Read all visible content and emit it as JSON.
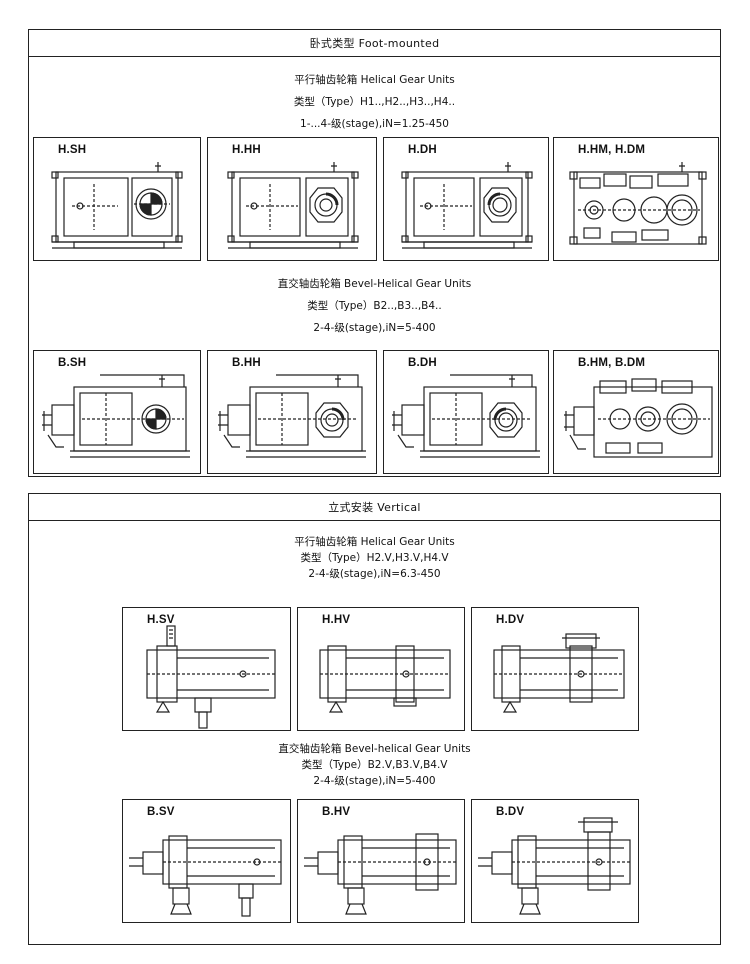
{
  "foot": {
    "header": "卧式类型   Foot-mounted",
    "helical": {
      "title": "平行轴齿轮箱   Helical Gear Units",
      "type": "类型（Type）H1..,H2..,H3..,H4..",
      "stage": "1-...4-级(stage),iN=1.25-450"
    },
    "bevel": {
      "title": "直交轴齿轮箱   Bevel-Helical Gear Units",
      "type": "类型（Type）B2..,B3..,B4..",
      "stage": "2-4-级(stage),iN=5-400"
    },
    "h_boxes": [
      "H.SH",
      "H.HH",
      "H.DH",
      "H.HM,   H.DM"
    ],
    "b_boxes": [
      "B.SH",
      "B.HH",
      "B.DH",
      "B.HM,   B.DM"
    ]
  },
  "vertical": {
    "header": "立式安装   Vertical",
    "helical": {
      "title": "平行轴齿轮箱   Helical Gear Units",
      "type": "类型（Type）H2.V,H3.V,H4.V",
      "stage": "2-4-级(stage),iN=6.3-450"
    },
    "bevel": {
      "title": "直交轴齿轮箱   Bevel-helical Gear Units",
      "type": "类型（Type）B2.V,B3.V,B4.V",
      "stage": "2-4-级(stage),iN=5-400"
    },
    "h_boxes": [
      "H.SV",
      "H.HV",
      "H.DV"
    ],
    "b_boxes": [
      "B.SV",
      "B.HV",
      "B.DV"
    ]
  }
}
